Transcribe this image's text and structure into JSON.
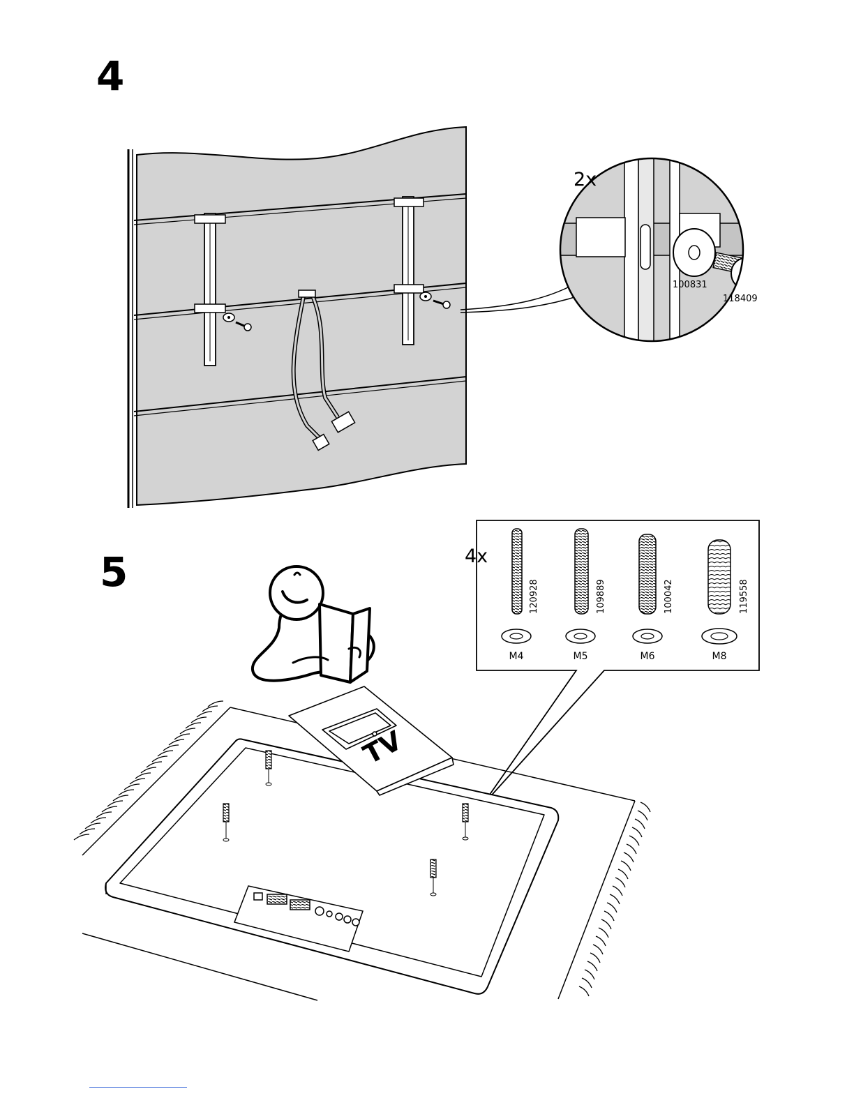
{
  "steps": [
    {
      "number": "4",
      "callout": {
        "quantity": "2x",
        "parts": [
          {
            "part_number": "100831",
            "item": "washer"
          },
          {
            "part_number": "118409",
            "item": "screw"
          }
        ]
      }
    },
    {
      "number": "5",
      "callout": {
        "quantity": "4x",
        "bolts": [
          {
            "part_number": "120928",
            "size": "M4"
          },
          {
            "part_number": "109889",
            "size": "M5"
          },
          {
            "part_number": "100042",
            "size": "M6"
          },
          {
            "part_number": "119558",
            "size": "M8"
          }
        ]
      },
      "manual_label": "TV"
    }
  ],
  "colors": {
    "wall": "#d3d3d3",
    "line": "#000000",
    "link": "#2d5fd6"
  }
}
